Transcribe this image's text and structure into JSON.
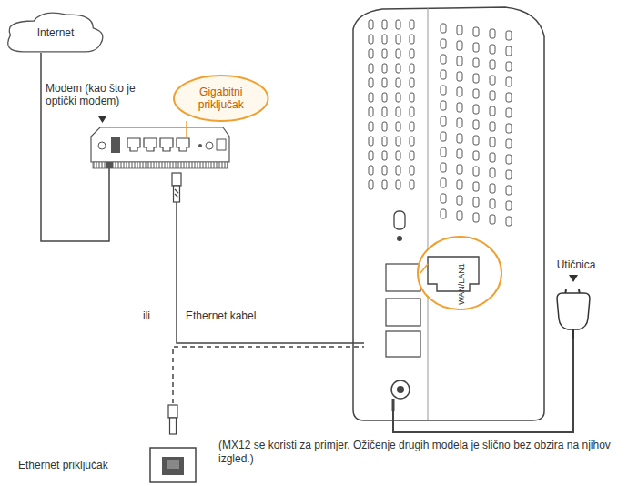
{
  "diagram": {
    "caption": "(MX12 se koristi za primjer. Ožičenje drugih modela je slično bez obzira na njihov izgled.)",
    "nodes": [
      {
        "text": [
          "Internet"
        ]
      },
      {
        "text": [
          "Modem (kao što je optički modem)"
        ]
      },
      {
        "text": [
          "Gigabitni priključak"
        ]
      },
      {
        "text": [
          "Ethernet priključak"
        ]
      },
      {
        "text": [
          "WAN/LAN1"
        ]
      },
      {
        "text": [
          "Utičnica"
        ]
      }
    ],
    "edges": [
      {
        "from": 0,
        "to": 1,
        "arrow": "none"
      },
      {
        "from": 1,
        "to": 4,
        "label": "Ethernet kabel",
        "arrow": "none"
      },
      {
        "from": 3,
        "to": 4,
        "arrow": "none"
      },
      {
        "from": 4,
        "to": 5,
        "arrow": "none"
      }
    ],
    "labels": [
      "ili"
    ]
  }
}
